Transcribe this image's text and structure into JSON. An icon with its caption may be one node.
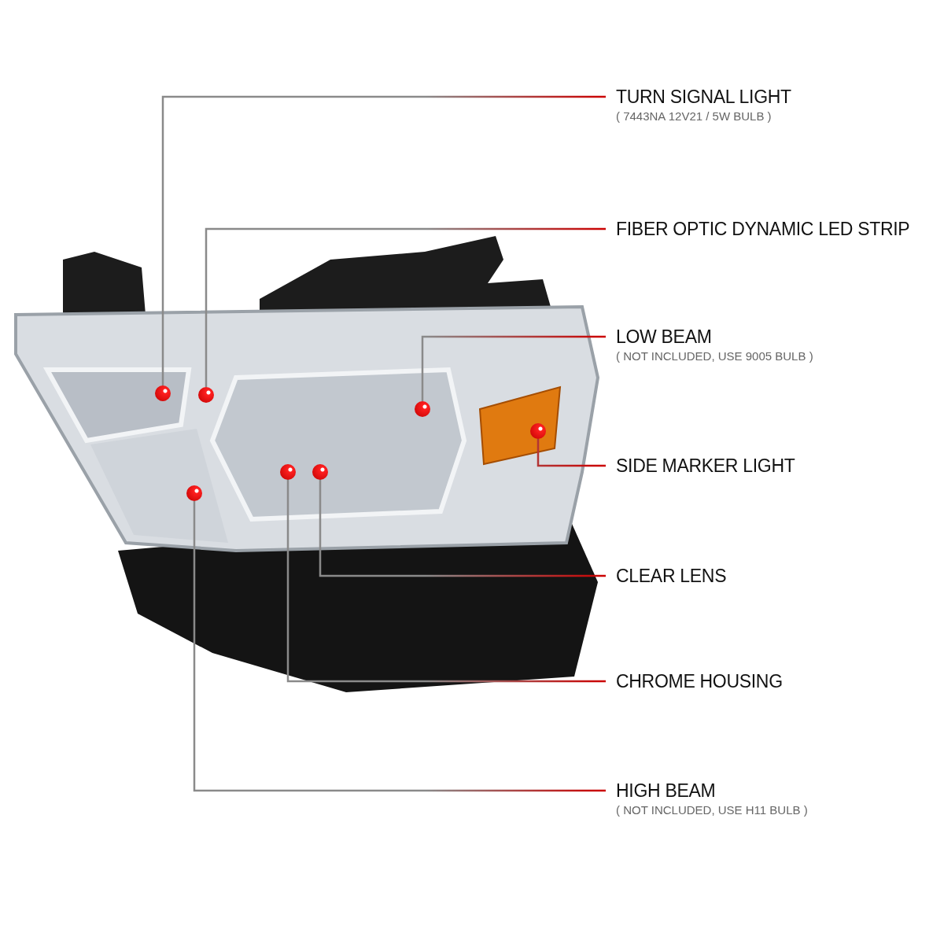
{
  "diagram": {
    "nodes": [
      {
        "text": [
          "TURN SIGNAL LIGHT",
          "( 7443NA 12V21 / 5W BULB )"
        ]
      },
      {
        "text": [
          "FIBER OPTIC DYNAMIC LED STRIP"
        ]
      },
      {
        "text": [
          "LOW BEAM",
          "( NOT INCLUDED, USE 9005 BULB )"
        ]
      },
      {
        "text": [
          "SIDE MARKER LIGHT"
        ]
      },
      {
        "text": [
          "CLEAR LENS"
        ]
      },
      {
        "text": [
          "CHROME HOUSING"
        ]
      },
      {
        "text": [
          "HIGH BEAM",
          "( NOT INCLUDED, USE H11 BULB )"
        ]
      },
      {
        "text": [],
        "shape": "circle"
      },
      {
        "text": [],
        "shape": "circle"
      },
      {
        "text": [],
        "shape": "circle"
      },
      {
        "text": [],
        "shape": "circle"
      },
      {
        "text": [],
        "shape": "circle"
      },
      {
        "text": [],
        "shape": "circle"
      },
      {
        "text": [],
        "shape": "circle"
      }
    ],
    "edges": [
      {
        "from": 0,
        "to": 7,
        "arrow": "none"
      },
      {
        "from": 1,
        "to": 9,
        "arrow": "none"
      },
      {
        "from": 2,
        "to": 12,
        "arrow": "none"
      },
      {
        "from": 3,
        "to": 13,
        "arrow": "none"
      },
      {
        "from": 4,
        "to": 11,
        "arrow": "none"
      },
      {
        "from": 5,
        "to": 10,
        "arrow": "none"
      },
      {
        "from": 6,
        "to": 8,
        "arrow": "none"
      }
    ]
  }
}
